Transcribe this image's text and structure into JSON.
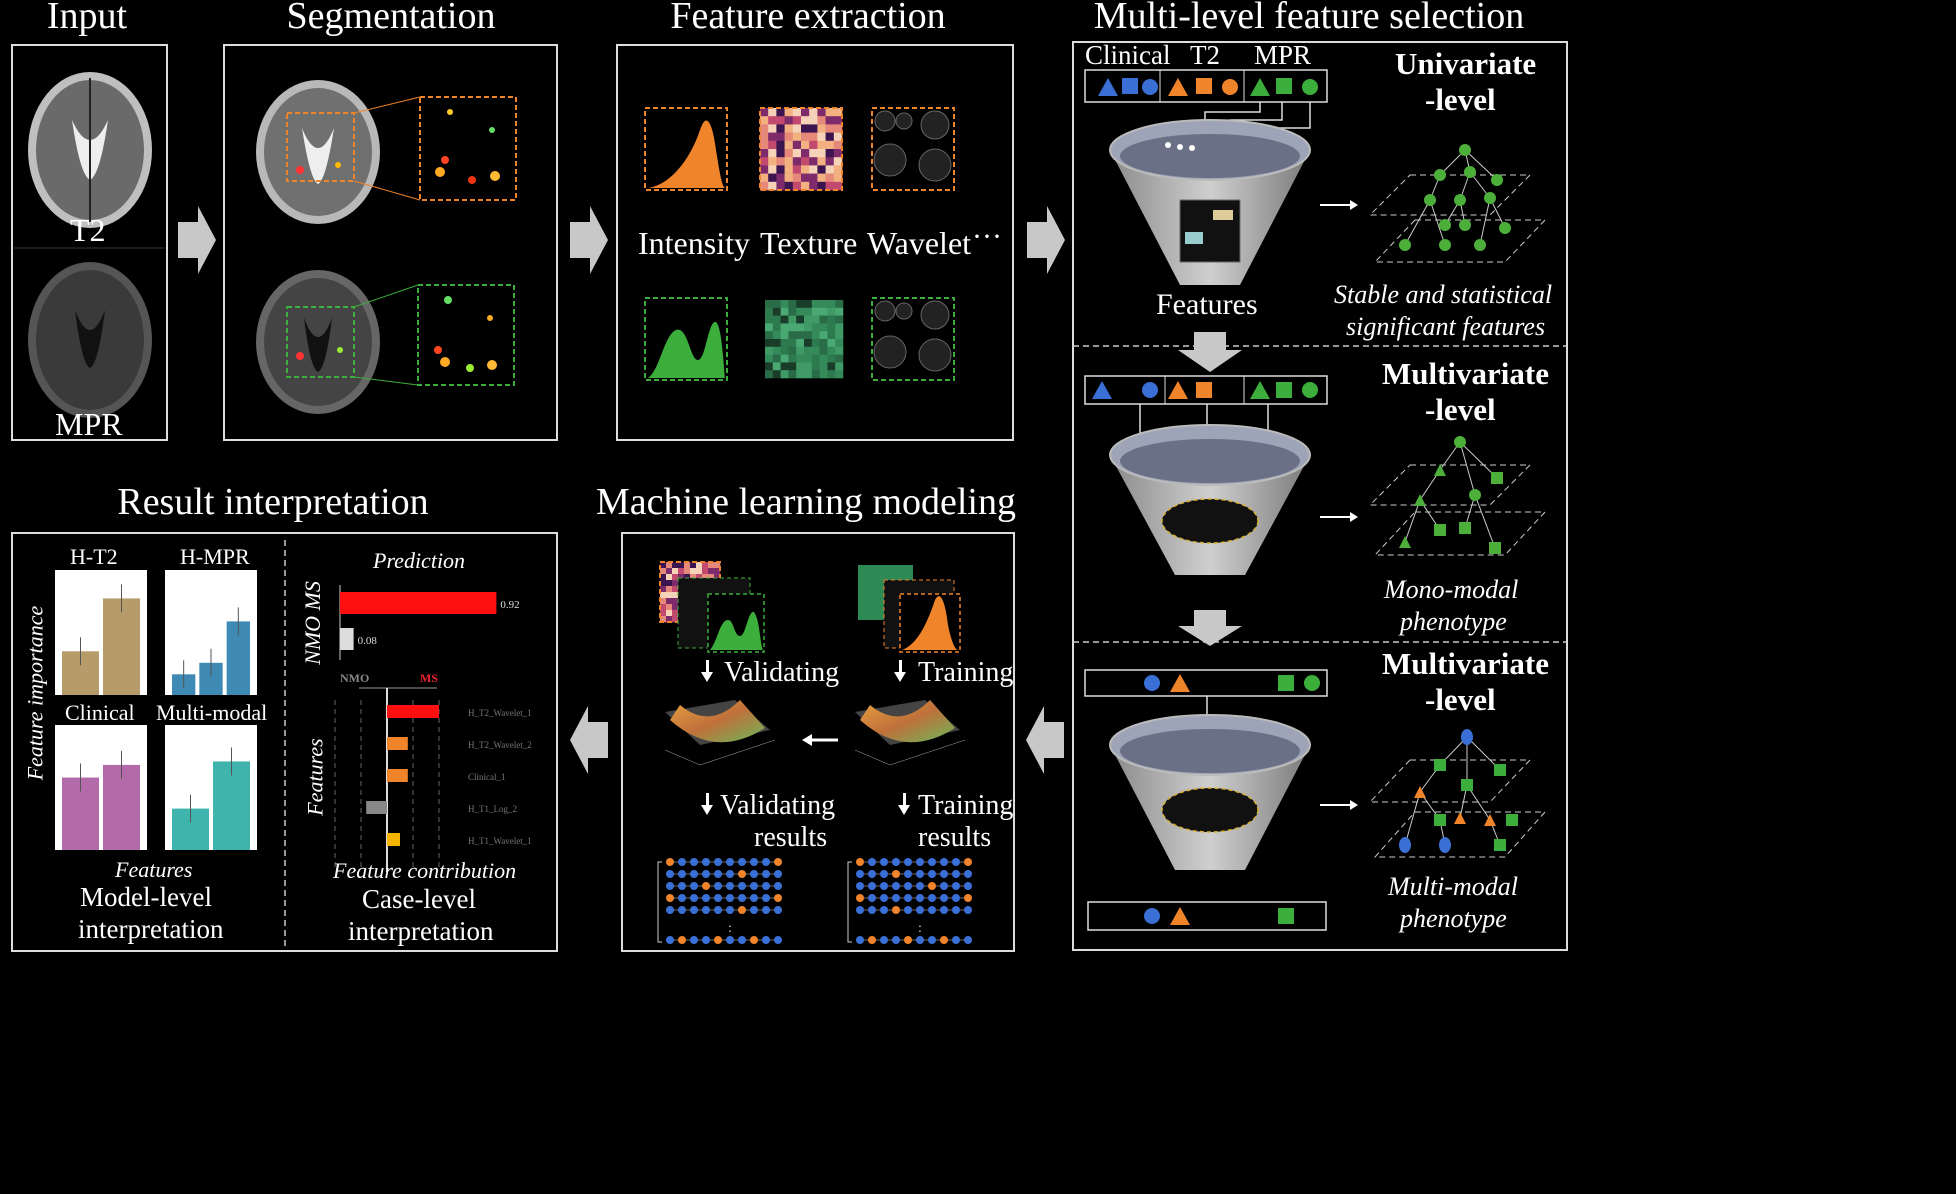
{
  "titles": {
    "input": "Input",
    "segmentation": "Segmentation",
    "feature_extraction": "Feature extraction",
    "selection": "Multi-level feature selection",
    "result": "Result interpretation",
    "ml": "Machine learning modeling"
  },
  "input_labels": {
    "t2": "T2",
    "mpr": "MPR"
  },
  "feature_types": {
    "intensity": "Intensity",
    "texture": "Texture",
    "wavelet": "Wavelet",
    "ellipsis": "···"
  },
  "selection": {
    "modalities": {
      "clinical": "Clinical",
      "t2": "T2",
      "mpr": "MPR"
    },
    "features_label": "Features",
    "univariate": {
      "title1": "Univariate",
      "title2": "-level",
      "caption1": "Stable and statistical",
      "caption2": "significant features"
    },
    "multivariate_mono": {
      "title1": "Multivariate",
      "title2": "-level",
      "caption1": "Mono-modal",
      "caption2": "phenotype"
    },
    "multivariate_multi": {
      "title1": "Multivariate",
      "title2": "-level",
      "caption1": "Multi-modal",
      "caption2": "phenotype"
    }
  },
  "ml": {
    "validating": "Validating",
    "training": "Training",
    "validating_results1": "Validating",
    "validating_results2": "results",
    "training_results1": "Training",
    "training_results2": "results"
  },
  "model_level": {
    "panels": [
      "H-T2",
      "H-MPR",
      "Clinical",
      "Multi-modal"
    ],
    "ylabel": "Feature importance",
    "xlabel": "Features",
    "caption1": "Model-level",
    "caption2": "interpretation"
  },
  "case_level": {
    "prediction_title": "Prediction",
    "pred_axis": "NMO MS",
    "nmo_label": "NMO",
    "ms_label": "MS",
    "features_axis": "Features",
    "contribution_label": "Feature contribution",
    "caption1": "Case-level",
    "caption2": "interpretation",
    "feature_names": [
      "H_T2_Wavelet_1",
      "H_T2_Wavelet_2",
      "Clinical_1",
      "H_T1_Log_2",
      "H_T1_Wavelet_1"
    ]
  },
  "chart_data": [
    {
      "type": "bar",
      "title": "Prediction",
      "categories": [
        "MS",
        "NMO"
      ],
      "values": [
        0.92,
        0.08
      ],
      "value_labels": [
        "0.92",
        "0.08"
      ],
      "xlim": [
        0,
        1
      ]
    },
    {
      "type": "bar",
      "title": "Feature contribution",
      "categories": [
        "H_T2_Wavelet_1",
        "H_T2_Wavelet_2",
        "Clinical_1",
        "H_T1_Log_2",
        "H_T1_Wavelet_1"
      ],
      "values": [
        1.0,
        0.4,
        0.4,
        -0.4,
        0.25
      ]
    },
    {
      "type": "bar",
      "title": "H-T2",
      "values": [
        0.38,
        0.84
      ]
    },
    {
      "type": "bar",
      "title": "H-MPR",
      "values": [
        0.18,
        0.28,
        0.64
      ]
    },
    {
      "type": "bar",
      "title": "Clinical",
      "values": [
        0.63,
        0.74
      ]
    },
    {
      "type": "bar",
      "title": "Multi-modal",
      "values": [
        0.36,
        0.77
      ]
    }
  ],
  "colors": {
    "orange": "#f0842a",
    "green": "#3cae3c",
    "blue": "#3a6fd6",
    "red": "#ff1010",
    "tan": "#b59c6a",
    "steel": "#3f89b5",
    "pink": "#b36aa8",
    "teal": "#3fb4ad"
  }
}
